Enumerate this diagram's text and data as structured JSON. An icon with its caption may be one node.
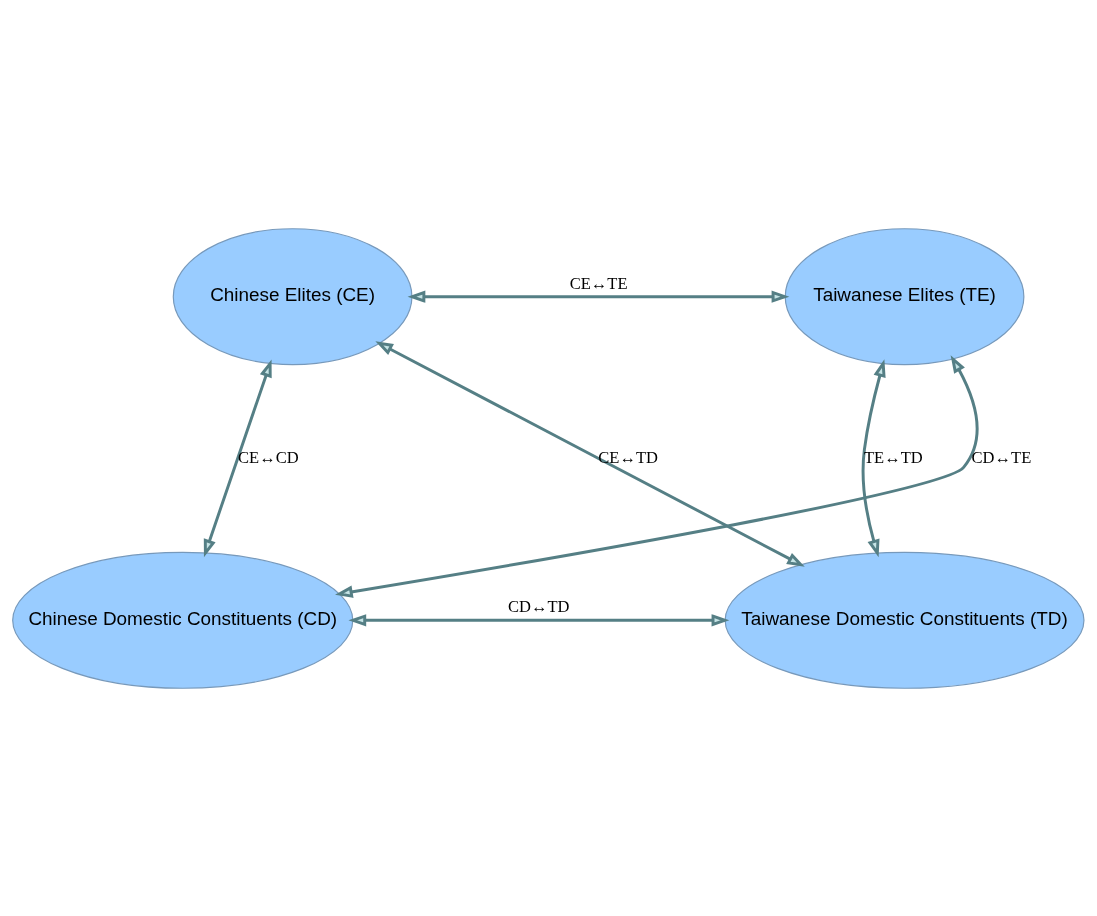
{
  "diagram": {
    "nodes": [
      {
        "text": [
          "Chinese Elites (CE)"
        ]
      },
      {
        "text": [
          "Taiwanese Elites (TE)"
        ]
      },
      {
        "text": [
          "Chinese Domestic Constituents (CD)"
        ]
      },
      {
        "text": [
          "Taiwanese Domestic Constituents (TD)"
        ]
      }
    ],
    "edges": [
      {
        "from": 0,
        "to": 1,
        "arrow": "both",
        "label": "CE↔TE"
      },
      {
        "from": 0,
        "to": 2,
        "arrow": "both",
        "label": "CE↔CD"
      },
      {
        "from": 2,
        "to": 1,
        "arrow": "both",
        "label": "CD↔TE"
      },
      {
        "from": 0,
        "to": 3,
        "arrow": "both",
        "label": "CE↔TD"
      },
      {
        "from": 1,
        "to": 3,
        "arrow": "both",
        "label": "TE↔TD"
      },
      {
        "from": 2,
        "to": 3,
        "arrow": "both",
        "label": "CD↔TD"
      }
    ]
  }
}
